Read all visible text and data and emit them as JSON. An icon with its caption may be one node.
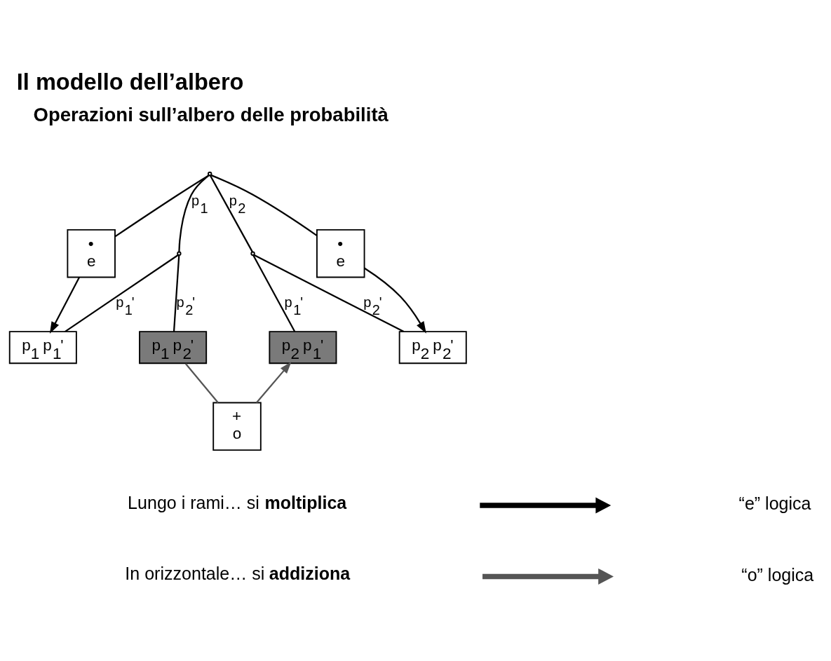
{
  "diagram": {
    "title": "Il modello dell’albero",
    "nodes": [
      {
        "text": [],
        "shape": "point"
      },
      {
        "text": [],
        "shape": "point"
      },
      {
        "text": [],
        "shape": "point"
      },
      {
        "text": [
          "p$_{1}$ p$_{1}$'"
        ]
      },
      {
        "text": [
          "p$_{1}$ p$_{2}$'"
        ]
      },
      {
        "text": [
          "p$_{2}$ p$_{1}$'"
        ]
      },
      {
        "text": [
          "p$_{2}$ p$_{2}$'"
        ]
      },
      {
        "text": [
          "•",
          "e"
        ]
      },
      {
        "text": [
          "•",
          "e"
        ]
      },
      {
        "text": [
          "+",
          "o"
        ]
      }
    ],
    "edges": [
      {
        "from": 0,
        "to": 1,
        "arrow": "none",
        "label": "p$_{1}$"
      },
      {
        "from": 0,
        "to": 2,
        "arrow": "none",
        "label": "p$_{2}$"
      },
      {
        "from": 1,
        "to": 3,
        "arrow": "none",
        "label": "p$_{1}$'"
      },
      {
        "from": 1,
        "to": 4,
        "arrow": "none",
        "label": "p$_{2}$'"
      },
      {
        "from": 2,
        "to": 5,
        "arrow": "none",
        "label": "p$_{1}$'"
      },
      {
        "from": 2,
        "to": 6,
        "arrow": "none",
        "label": "p$_{2}$'"
      },
      {
        "from": 0,
        "to": 7,
        "arrow": "none"
      },
      {
        "from": 7,
        "to": 3,
        "arrow": "to"
      },
      {
        "from": 0,
        "to": 8,
        "arrow": "none"
      },
      {
        "from": 8,
        "to": 6,
        "arrow": "to"
      },
      {
        "from": 4,
        "to": 9,
        "arrow": "none",
        "color": "#555555"
      },
      {
        "from": 9,
        "to": 5,
        "arrow": "to",
        "color": "#555555"
      }
    ],
    "labels": [
      "Operazioni sull’albero delle probabilità",
      "“e” logica",
      "“o” logica"
    ],
    "legend": [
      {
        "text": "Lungo i rami… si **moltiplica**"
      },
      {
        "text": "In orizzontale… si **addiziona**"
      }
    ]
  }
}
